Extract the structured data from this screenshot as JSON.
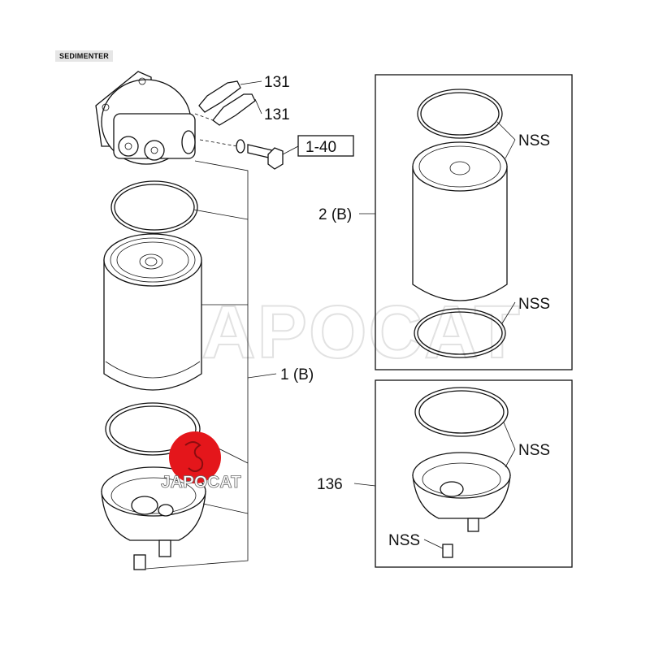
{
  "header": {
    "title": "SEDIMENTER"
  },
  "callouts": {
    "bolt_a": "131",
    "bolt_b": "131",
    "ref_box": "1-40",
    "assembly_1": "1 (B)",
    "assembly_2": "2 (B)",
    "nss_1": "NSS",
    "nss_2": "NSS",
    "nss_3": "NSS",
    "nss_4": "NSS",
    "bowl_kit": "136"
  },
  "watermark": {
    "text": "JAPOCAT"
  },
  "logo": {
    "text": "JAPOCAT",
    "color": "#e4161b"
  }
}
